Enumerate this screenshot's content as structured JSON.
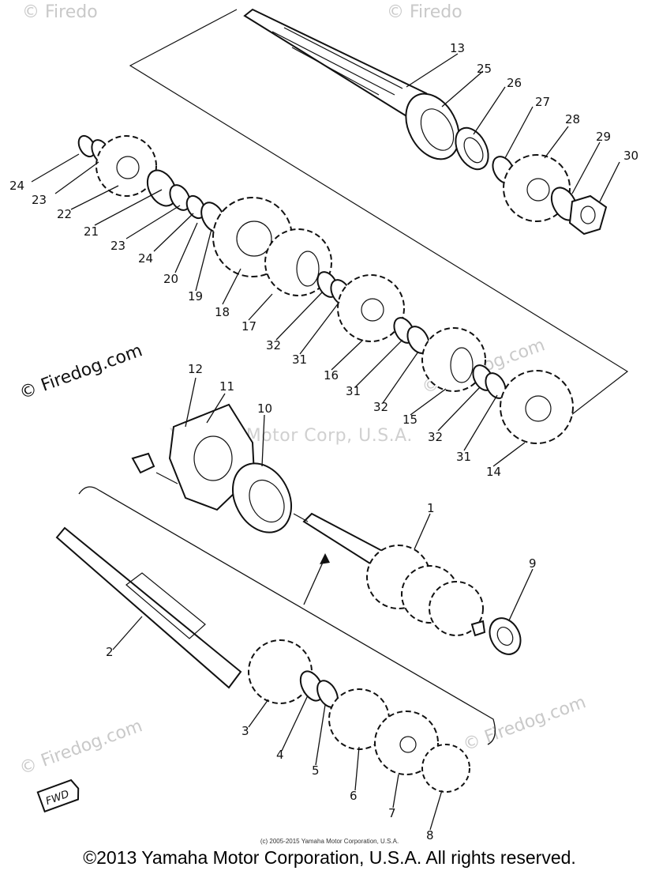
{
  "watermarks": {
    "brand": "© Firedog.com",
    "brand_short": "© Firedo",
    "center": "Yamaha Motor Corp, U.S.A."
  },
  "callouts": [
    "1",
    "2",
    "3",
    "4",
    "5",
    "6",
    "7",
    "8",
    "9",
    "10",
    "11",
    "12",
    "13",
    "14",
    "15",
    "16",
    "17",
    "18",
    "19",
    "20",
    "21",
    "22",
    "23",
    "23",
    "24",
    "24",
    "25",
    "26",
    "27",
    "28",
    "29",
    "30",
    "31",
    "31",
    "31",
    "32",
    "32",
    "32"
  ],
  "fwd_label": "FWD",
  "footer": {
    "fine_print": "(c) 2005-2015 Yamaha Motor Corporation, U.S.A.",
    "copyright": "©2013 Yamaha Motor Corporation, U.S.A. All rights reserved."
  }
}
